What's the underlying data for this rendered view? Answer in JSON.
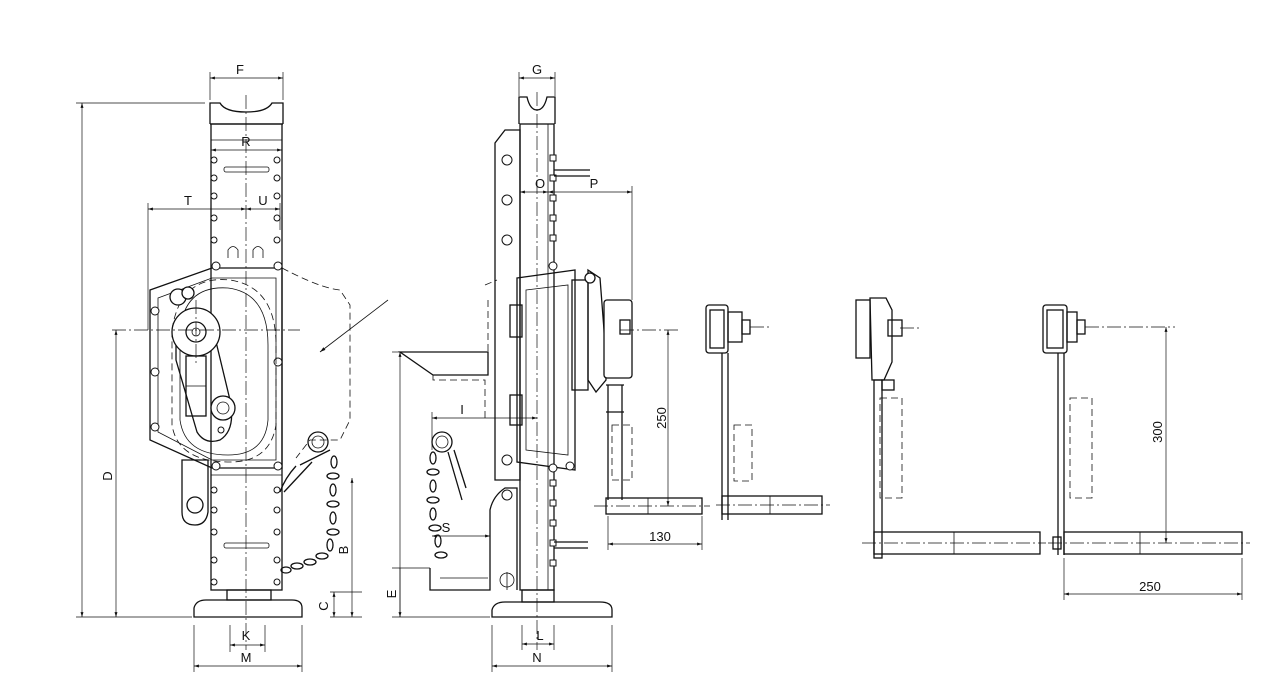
{
  "labels": {
    "F": "F",
    "R": "R",
    "T": "T",
    "U": "U",
    "D": "D",
    "B": "B",
    "C": "C",
    "K": "K",
    "M": "M",
    "G": "G",
    "O": "O",
    "P": "P",
    "I": "I",
    "S": "S",
    "E": "E",
    "L": "L",
    "N": "N"
  },
  "dimensions": {
    "d250_vertical": "250",
    "d130": "130",
    "d300": "300",
    "d250_horizontal": "250"
  },
  "colors": {
    "line": "#111111",
    "background": "#ffffff"
  }
}
